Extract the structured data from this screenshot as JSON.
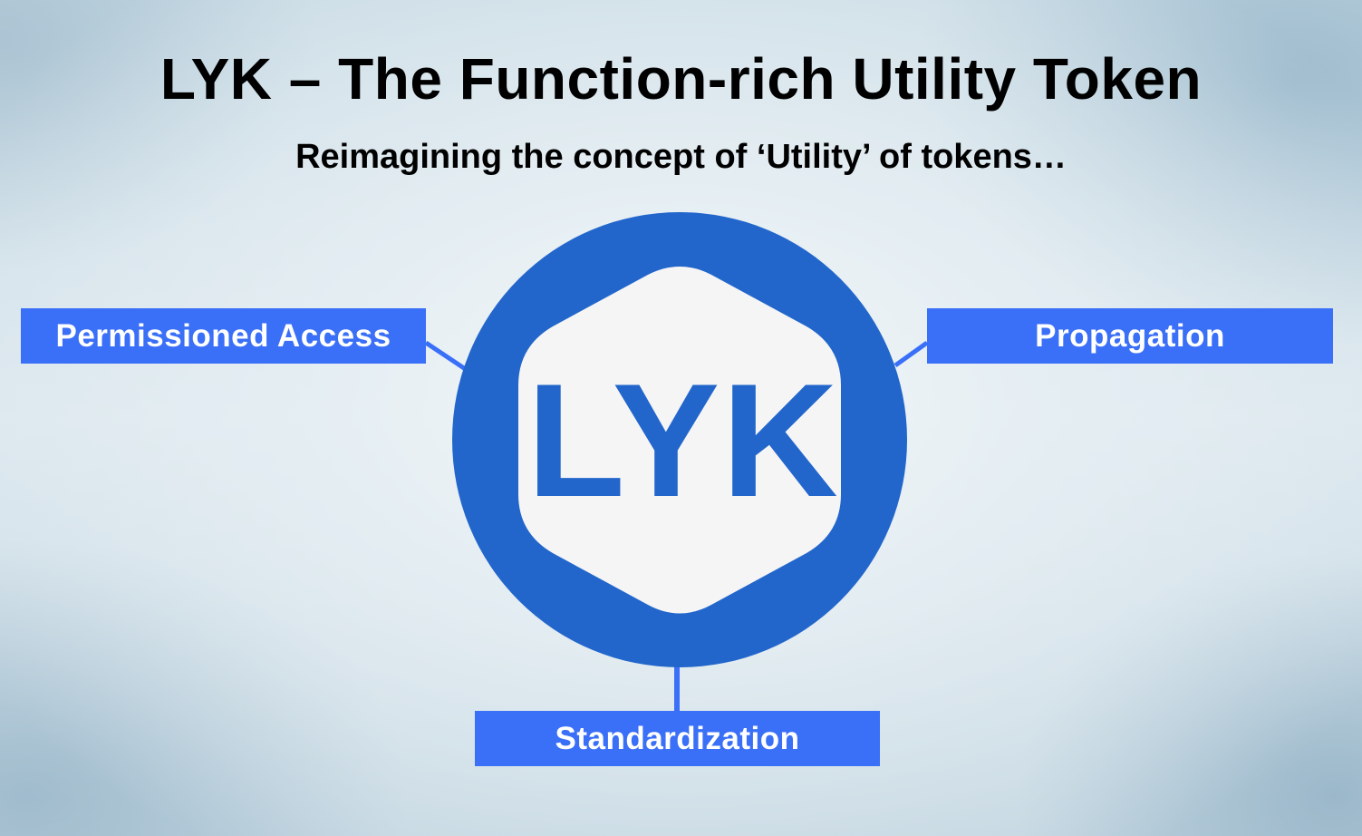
{
  "slide": {
    "title": "LYK – The Function-rich Utility Token",
    "subtitle": "Reimagining the concept of ‘Utility’ of tokens…"
  },
  "logo": {
    "text": "LYK",
    "ring_color": "#2266cc",
    "inner_color": "#f5f5f5"
  },
  "nodes": {
    "left": {
      "label": "Permissioned Access"
    },
    "right": {
      "label": "Propagation"
    },
    "bottom": {
      "label": "Standardization"
    }
  },
  "colors": {
    "box": "#3a6ff7",
    "connector": "#3a6ff7"
  }
}
